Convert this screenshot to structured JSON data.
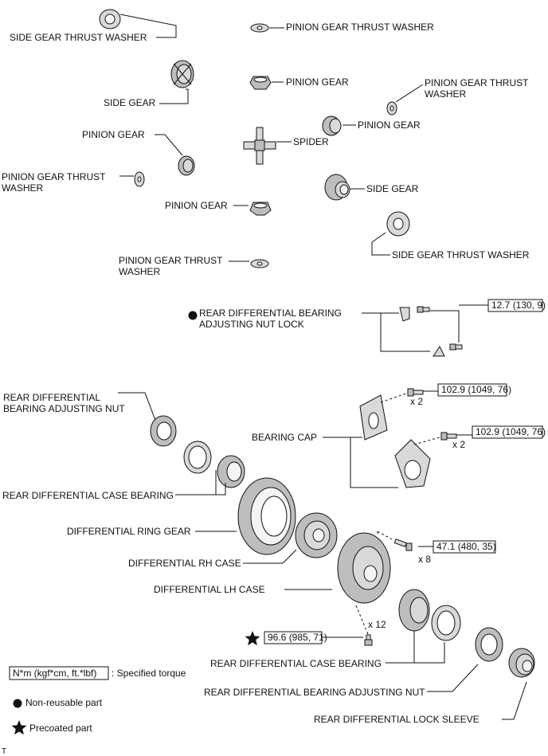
{
  "labels": {
    "side_gear_thrust_washer_top": "SIDE GEAR THRUST WASHER",
    "pinion_gear_thrust_washer_top": "PINION GEAR THRUST WASHER",
    "pinion_gear_top": "PINION GEAR",
    "side_gear_left": "SIDE GEAR",
    "pinion_gear_thrust_washer_right_1": "PINION GEAR THRUST",
    "pinion_gear_thrust_washer_right_2": "WASHER",
    "pinion_gear_right": "PINION GEAR",
    "pinion_gear_left": "PINION GEAR",
    "spider": "SPIDER",
    "pinion_gear_thrust_washer_left_1": "PINION GEAR THRUST",
    "pinion_gear_thrust_washer_left_2": "WASHER",
    "side_gear_right": "SIDE GEAR",
    "pinion_gear_bottom": "PINION GEAR",
    "side_gear_thrust_washer_bottom": "SIDE GEAR THRUST WASHER",
    "pinion_gear_thrust_washer_bottom_1": "PINION GEAR THRUST",
    "pinion_gear_thrust_washer_bottom_2": "WASHER",
    "adjusting_nut_lock_1": "REAR DIFFERENTIAL BEARING",
    "adjusting_nut_lock_2": "ADJUSTING NUT LOCK",
    "adjusting_nut_left_1": "REAR DIFFERENTIAL",
    "adjusting_nut_left_2": "BEARING ADJUSTING NUT",
    "bearing_cap": "BEARING CAP",
    "case_bearing_left": "REAR DIFFERENTIAL CASE BEARING",
    "ring_gear": "DIFFERENTIAL RING GEAR",
    "rh_case": "DIFFERENTIAL RH CASE",
    "lh_case": "DIFFERENTIAL LH CASE",
    "case_bearing_right": "REAR DIFFERENTIAL CASE BEARING",
    "adjusting_nut_right": "REAR DIFFERENTIAL BEARING ADJUSTING NUT",
    "lock_sleeve": "REAR DIFFERENTIAL LOCK SLEEVE"
  },
  "torque": {
    "lock_bolt": "12.7 (130, 9)",
    "cap_bolt_upper": "102.9 (1049, 76)",
    "cap_bolt_lower": "102.9 (1049, 76)",
    "ring_gear_bolt": "47.1 (480, 35)",
    "case_bolt": "96.6 (985, 71)"
  },
  "quantities": {
    "cap_bolt_upper": "x 2",
    "cap_bolt_lower": "x 2",
    "ring_gear_bolt": "x 8",
    "case_bolt": "x 12"
  },
  "legend": {
    "torque_box": "N*m (kgf*cm, ft.*lbf)",
    "torque_desc": ": Specified torque",
    "non_reusable": "Non-reusable part",
    "precoated": "Precoated part"
  },
  "footer_mark": "T",
  "icons": {
    "non_reusable": "filled-circle-icon",
    "precoated": "filled-star-icon"
  }
}
